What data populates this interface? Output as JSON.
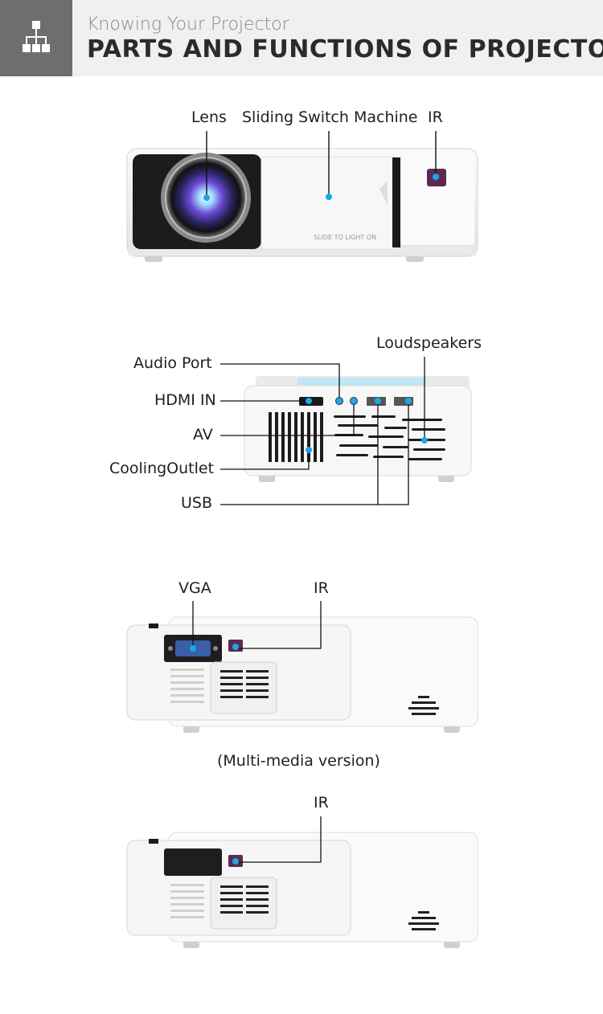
{
  "header": {
    "subtitle": "Knowing Your Projector",
    "title": "PARTS AND FUNCTIONS OF PROJECTOR",
    "icon": "sitemap-icon"
  },
  "front_view": {
    "labels": {
      "lens": "Lens",
      "sliding_switch": "Sliding Switch Machine",
      "ir": "IR"
    },
    "panel_text": "SLIDE TO LIGHT ON"
  },
  "ports_view": {
    "labels": {
      "audio_port": "Audio Port",
      "hdmi_in": "HDMI IN",
      "av": "AV",
      "cooling_outlet": "CoolingOutlet",
      "usb": "USB",
      "loudspeakers": "Loudspeakers"
    }
  },
  "side_view_multimedia": {
    "labels": {
      "vga": "VGA",
      "ir": "IR"
    },
    "caption": "(Multi-media version)"
  },
  "side_view_basic": {
    "labels": {
      "ir": "IR"
    }
  },
  "colors": {
    "header_bg": "#f0f0f0",
    "icon_box": "#6e6e6e",
    "accent_dot": "#1aa7e8",
    "ir_sensor": "#5b2a50"
  }
}
